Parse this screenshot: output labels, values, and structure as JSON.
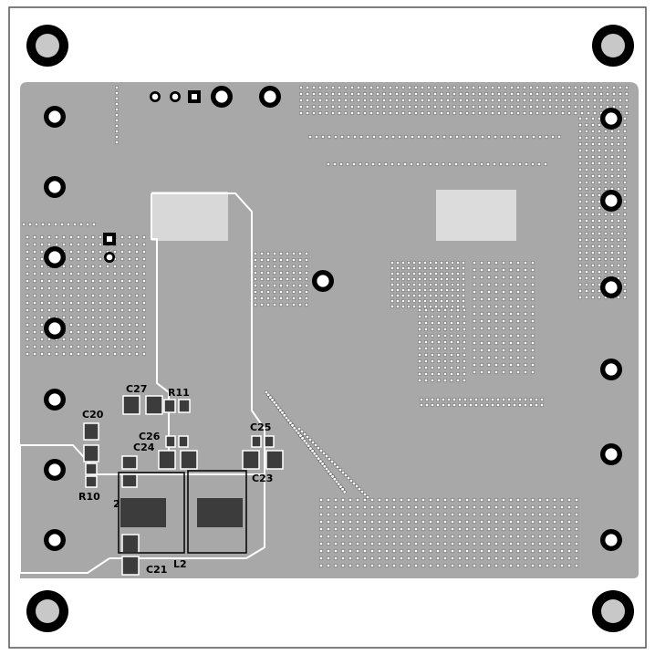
{
  "board": {
    "designators": {
      "c27": "C27",
      "r11": "R11",
      "c20": "C20",
      "c26": "C26",
      "c24": "C24",
      "c25": "C25",
      "c23": "C23",
      "r10": "R10",
      "l2_left_fragment": "2",
      "l2": "L2",
      "c21": "C21"
    },
    "colors": {
      "copper_pour": "#a8a8a8",
      "board_background": "#ffffff",
      "outline": "#555555",
      "silkscreen": "#000000",
      "pad": "#3c3c3c",
      "via_ring": "#ffffff"
    }
  }
}
